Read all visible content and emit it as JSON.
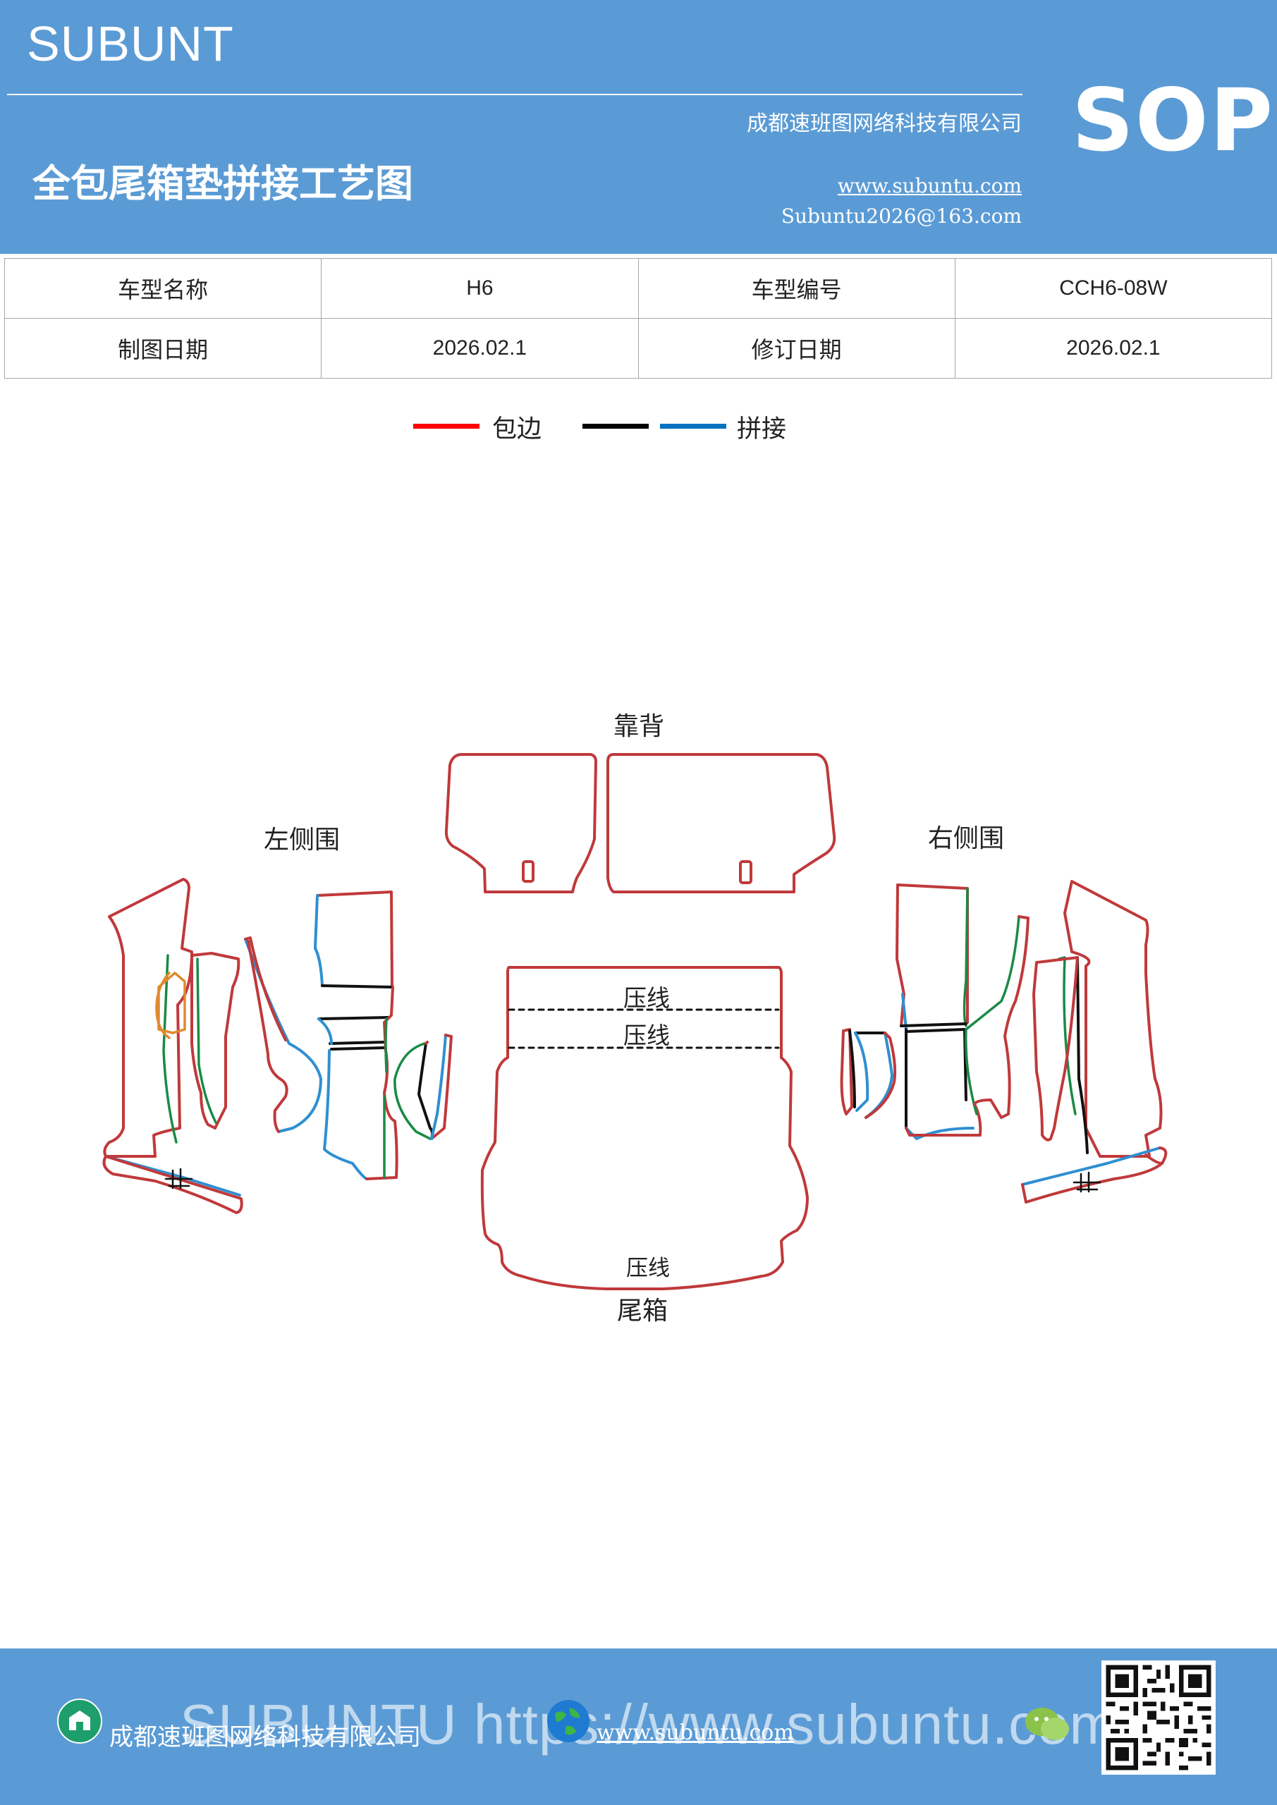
{
  "header": {
    "brand": "SUBUNT",
    "badge": "SOP",
    "company": "成都速班图网络科技有限公司",
    "title": "全包尾箱垫拼接工艺图",
    "website": "www.subuntu.com",
    "email": "Subuntu2026@163.com"
  },
  "info_table": {
    "rows": [
      [
        "车型名称",
        "H6",
        "车型编号",
        "CCH6-08W"
      ],
      [
        "制图日期",
        "2026.02.1",
        "修订日期",
        "2026.02.1"
      ]
    ]
  },
  "legend": {
    "items": [
      {
        "label": "包边",
        "color": "#ff0000"
      },
      {
        "label": "",
        "color": "#000000"
      },
      {
        "label": "拼接",
        "color": "#0070c0"
      }
    ]
  },
  "diagram": {
    "label_backrest": "靠背",
    "label_left": "左侧围",
    "label_right": "右侧围",
    "label_press_1": "压线",
    "label_press_2": "压线",
    "label_press_3": "压线",
    "label_trunk": "尾箱",
    "colors": {
      "edge": "#c0393b",
      "splice": "#2f8fd1",
      "green": "#1a8a46",
      "black": "#111111",
      "orange": "#e08a2e"
    }
  },
  "footer": {
    "watermark": "SUBUNTU https://www.subuntu.com",
    "company": "成都速班图网络科技有限公司",
    "website": "www.subuntu.com",
    "icons": [
      "building-icon",
      "globe-icon",
      "wechat-icon"
    ]
  },
  "colors": {
    "header_bg": "#5b9bd5",
    "footer_bg": "#5b9bd5"
  }
}
